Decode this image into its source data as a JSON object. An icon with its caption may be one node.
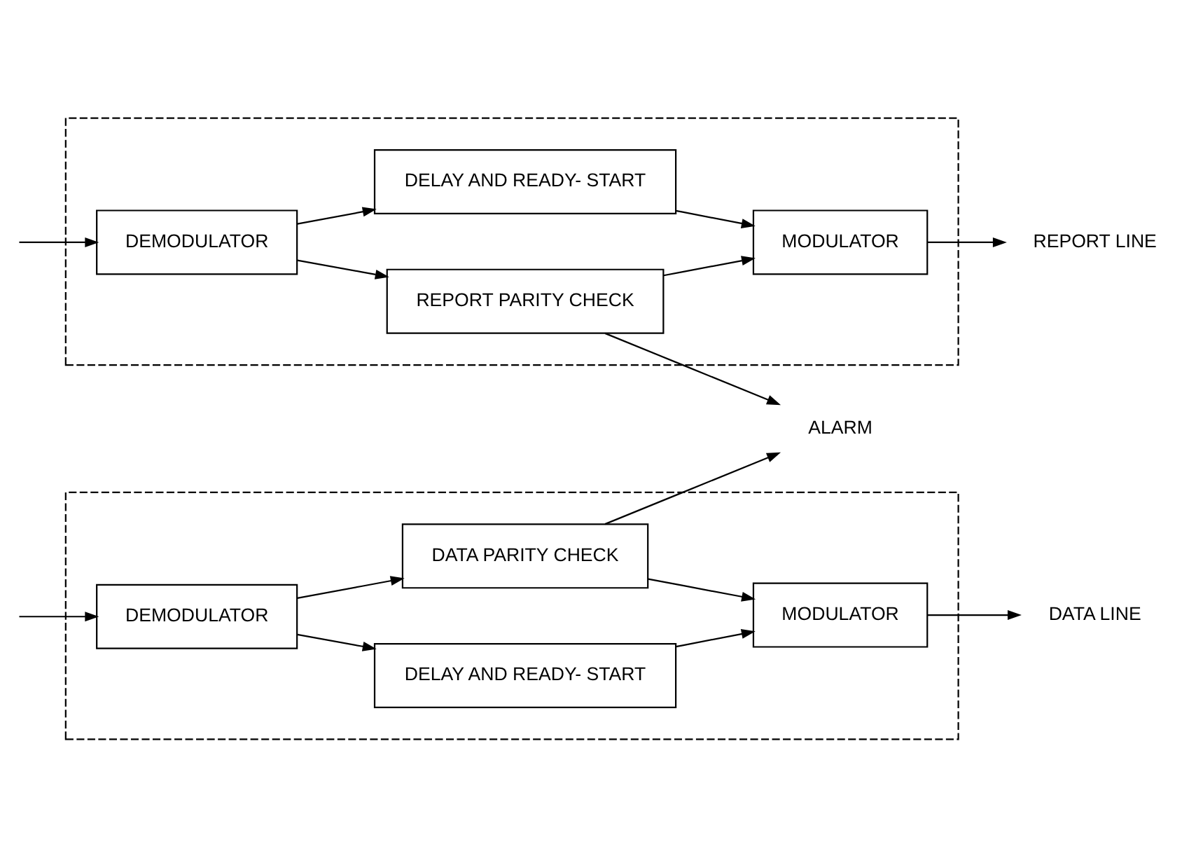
{
  "diagram": {
    "nodes": [
      {
        "text": [],
        "shape": "box"
      },
      {
        "text": [
          "DEMODULATOR"
        ],
        "in": 0
      },
      {
        "text": [
          "DELAY AND READY- START"
        ],
        "in": 0
      },
      {
        "text": [
          "DATA PARITY CHECK"
        ],
        "in": 0
      },
      {
        "text": [
          "MODULATOR"
        ],
        "in": 0
      },
      {
        "text": [
          "DATA LINE"
        ]
      },
      {
        "text": [
          "ALARM"
        ]
      },
      {
        "text": [],
        "shape": "box"
      },
      {
        "text": [
          "REPORT LINE"
        ]
      },
      {
        "text": [
          "MODULATOR"
        ],
        "in": 7
      },
      {
        "text": [
          "REPORT PARITY CHECK"
        ],
        "in": 7
      },
      {
        "text": [
          "DELAY AND READY- START"
        ],
        "in": 7
      },
      {
        "text": [
          "DEMODULATOR"
        ],
        "in": 7
      }
    ],
    "edges": [
      {
        "from": null,
        "to": 1,
        "arrow": "to"
      },
      {
        "from": 1,
        "to": 2,
        "arrow": "to"
      },
      {
        "from": 1,
        "to": 3,
        "arrow": "to"
      },
      {
        "from": 2,
        "to": 4,
        "arrow": "to"
      },
      {
        "from": 3,
        "to": 4,
        "arrow": "to"
      },
      {
        "from": 4,
        "to": 5,
        "arrow": "to"
      },
      {
        "from": 3,
        "to": 6,
        "arrow": "to"
      },
      {
        "from": 10,
        "to": 6,
        "arrow": "to"
      },
      {
        "from": 10,
        "to": 9,
        "arrow": "to"
      },
      {
        "from": 12,
        "to": 10,
        "arrow": "to"
      },
      {
        "from": 12,
        "to": 11,
        "arrow": "to"
      },
      {
        "from": 11,
        "to": 9,
        "arrow": "to"
      },
      {
        "from": 9,
        "to": 8,
        "arrow": "to"
      },
      {
        "from": null,
        "to": 12,
        "arrow": "to"
      }
    ]
  }
}
